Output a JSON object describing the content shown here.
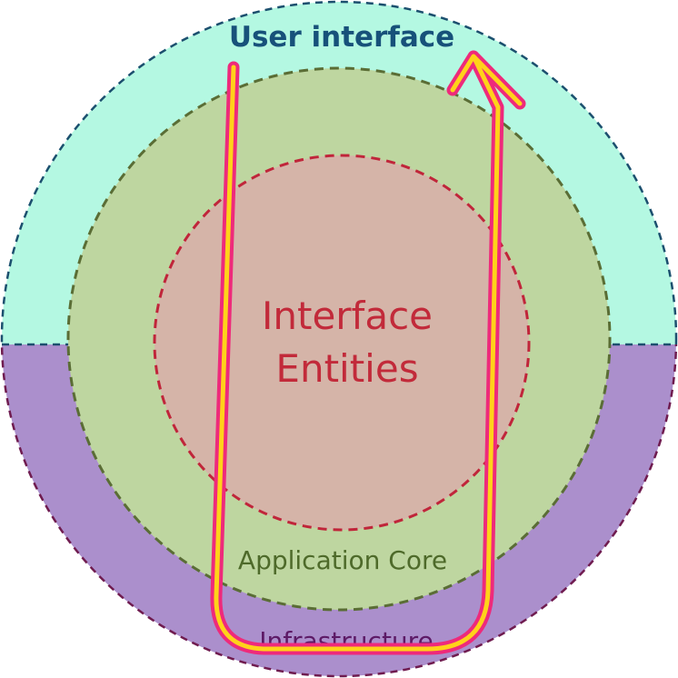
{
  "layers": {
    "ui": {
      "label": "User interface",
      "fill": "#b4f8e2",
      "stroke": "#1b4f6e",
      "text_color": "#17517a"
    },
    "infrastructure": {
      "label": "Infrastructure",
      "fill": "#ab8fcc",
      "stroke": "#6f1b4f",
      "text_color": "#5d1a66"
    },
    "core": {
      "label": "Application Core",
      "fill": "#bed6a0",
      "stroke": "#5a6d35",
      "text_color": "#4e6a2a"
    },
    "inner": {
      "label_line1": "Interface",
      "label_line2": "Entities",
      "fill": "#d5b4a8",
      "stroke": "#c0253a",
      "text_color": "#c22a3a"
    }
  },
  "flow_arrow": {
    "outer_color": "#ee2a7b",
    "inner_color": "#ffd21a"
  }
}
